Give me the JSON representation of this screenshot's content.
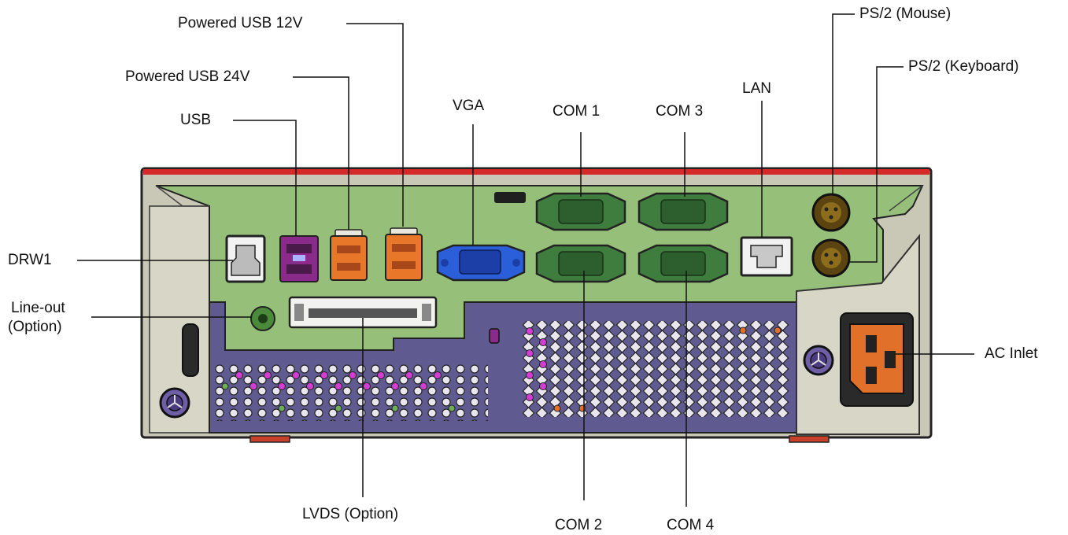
{
  "diagram": {
    "callouts": {
      "powered_usb_12v": "Powered USB 12V",
      "powered_usb_24v": "Powered USB 24V",
      "usb": "USB",
      "vga": "VGA",
      "com1": "COM 1",
      "com3": "COM 3",
      "lan": "LAN",
      "ps2_mouse": "PS/2 (Mouse)",
      "ps2_keyboard": "PS/2 (Keyboard)",
      "drw1": "DRW1",
      "line_out_1": "Line-out",
      "line_out_2": "(Option)",
      "ac_inlet": "AC Inlet",
      "lvds": "LVDS (Option)",
      "com2": "COM 2",
      "com4": "COM 4"
    },
    "colors": {
      "chassis_frame": "#c9c7b6",
      "top_stripe": "#d62a2a",
      "port_board": "#96bf7a",
      "vent_panel": "#5f5a8f",
      "db9_port": "#3f7d3f",
      "vga_port": "#2a5fd9",
      "powered_usb": "#e8772a",
      "usb": "#8a2a8a",
      "ps2": "#7a5a12",
      "ac_inlet": "#e0702a",
      "vent_hole_accent": "#d23dd2",
      "leader_line": "#111111"
    },
    "icons": [
      "screw-icon",
      "ethernet-port-icon",
      "rj11-port-icon",
      "db9-port-icon",
      "vga-port-icon",
      "usb-port-icon",
      "ps2-port-icon",
      "iec-power-inlet-icon",
      "audio-jack-icon"
    ]
  }
}
